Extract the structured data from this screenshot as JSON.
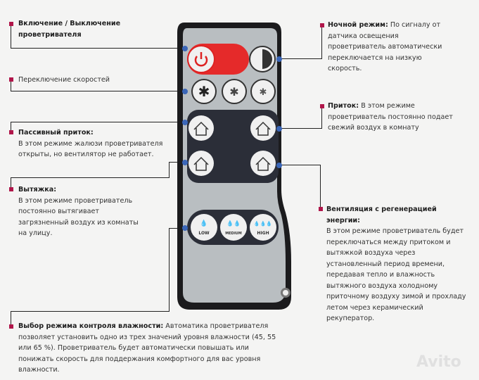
{
  "left_labels": [
    {
      "title": "Включение / Выключение проветривателя",
      "text": ""
    },
    {
      "title": "Переключение скоростей",
      "text": ""
    },
    {
      "title": "Пассивный приток:",
      "text": "В этом режиме жалюзи проветривателя открыты, но вентилятор не работает."
    },
    {
      "title": "Вытяжка:",
      "text": "В этом режиме проветриватель постоянно вытягивает загрязненный воздух из комнаты на улицу."
    },
    {
      "title": "Выбор режима контроля влажности:",
      "text": "Автоматика проветривателя позволяет установить одно из трех значений уровня влажности (45, 55 или 65 %). Проветриватель будет автоматически повышать или понижать скорость для поддержания комфортного для вас уровня влажности."
    }
  ],
  "right_labels": [
    {
      "title": "Ночной режим:",
      "text": "По сигналу от датчика освещения проветриватель автоматически переключается на низкую скорость."
    },
    {
      "title": "Приток:",
      "text": "В этом режиме проветриватель постоянно подает свежий воздух в комнату"
    },
    {
      "title": "Вентиляция с регенерацией энергии:",
      "text": "В этом режиме проветриватель будет переключаться между притоком и вытяжкой воздуха через установленный период времени, передавая тепло и влажность вытяжного воздуха холодному приточному воздуху зимой и прохладу летом через керамический рекуператор."
    }
  ],
  "humidity_buttons": [
    "LOW",
    "MEDIUM",
    "HIGH"
  ],
  "watermark": "Avito",
  "colors": {
    "marker": "#b0164a",
    "connector_dot": "#3a66b8",
    "power": "#e52a2a"
  }
}
